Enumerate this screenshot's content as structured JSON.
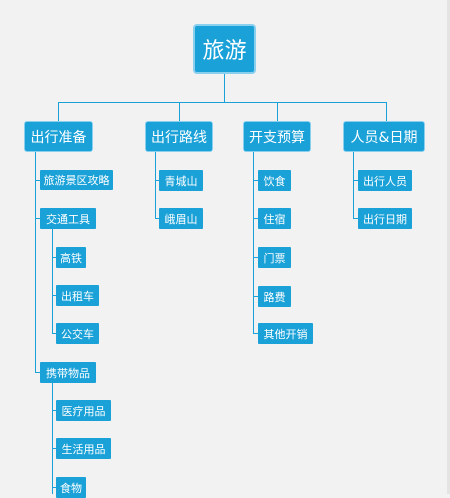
{
  "diagram": {
    "root": "旅游",
    "branches": [
      {
        "label": "出行准备",
        "children": [
          {
            "label": "旅游景区攻略"
          },
          {
            "label": "交通工具",
            "children": [
              "高铁",
              "出租车",
              "公交车"
            ]
          },
          {
            "label": "携带物品",
            "children": [
              "医疗用品",
              "生活用品",
              "食物"
            ]
          }
        ]
      },
      {
        "label": "出行路线",
        "children": [
          "青城山",
          "峨眉山"
        ]
      },
      {
        "label": "开支预算",
        "children": [
          "饮食",
          "住宿",
          "门票",
          "路费",
          "其他开销"
        ]
      },
      {
        "label": "人员&日期",
        "children": [
          "出行人员",
          "出行日期"
        ]
      }
    ]
  },
  "colors": {
    "node": "#1aa1d8",
    "node_border": "#8ad0ee",
    "line": "#1aa1d8",
    "background": "#f2f2f2"
  }
}
